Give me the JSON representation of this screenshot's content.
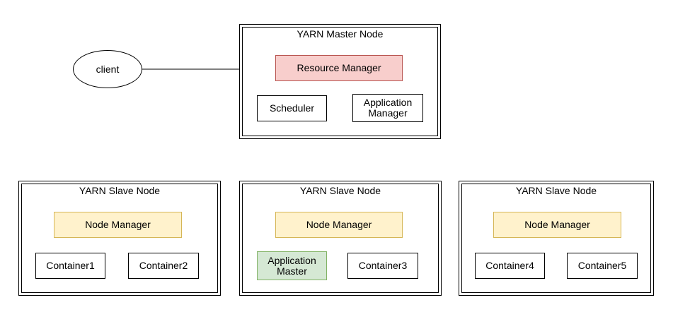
{
  "client": {
    "label": "client"
  },
  "master": {
    "title": "YARN Master Node",
    "resource_manager": "Resource Manager",
    "scheduler": "Scheduler",
    "application_manager": [
      "Application",
      "Manager"
    ]
  },
  "slaves": [
    {
      "title": "YARN Slave Node",
      "node_manager": "Node Manager",
      "left": "Container1",
      "right": "Container2"
    },
    {
      "title": "YARN Slave Node",
      "node_manager": "Node Manager",
      "application_master": [
        "Application",
        "Master"
      ],
      "right": "Container3"
    },
    {
      "title": "YARN Slave Node",
      "node_manager": "Node Manager",
      "left": "Container4",
      "right": "Container5"
    }
  ],
  "colors": {
    "resource_manager_fill": "#f8cecc",
    "resource_manager_stroke": "#b85450",
    "node_manager_fill": "#fff2cc",
    "node_manager_stroke": "#d6b656",
    "application_master_fill": "#d5e8d4",
    "application_master_stroke": "#82b366"
  }
}
